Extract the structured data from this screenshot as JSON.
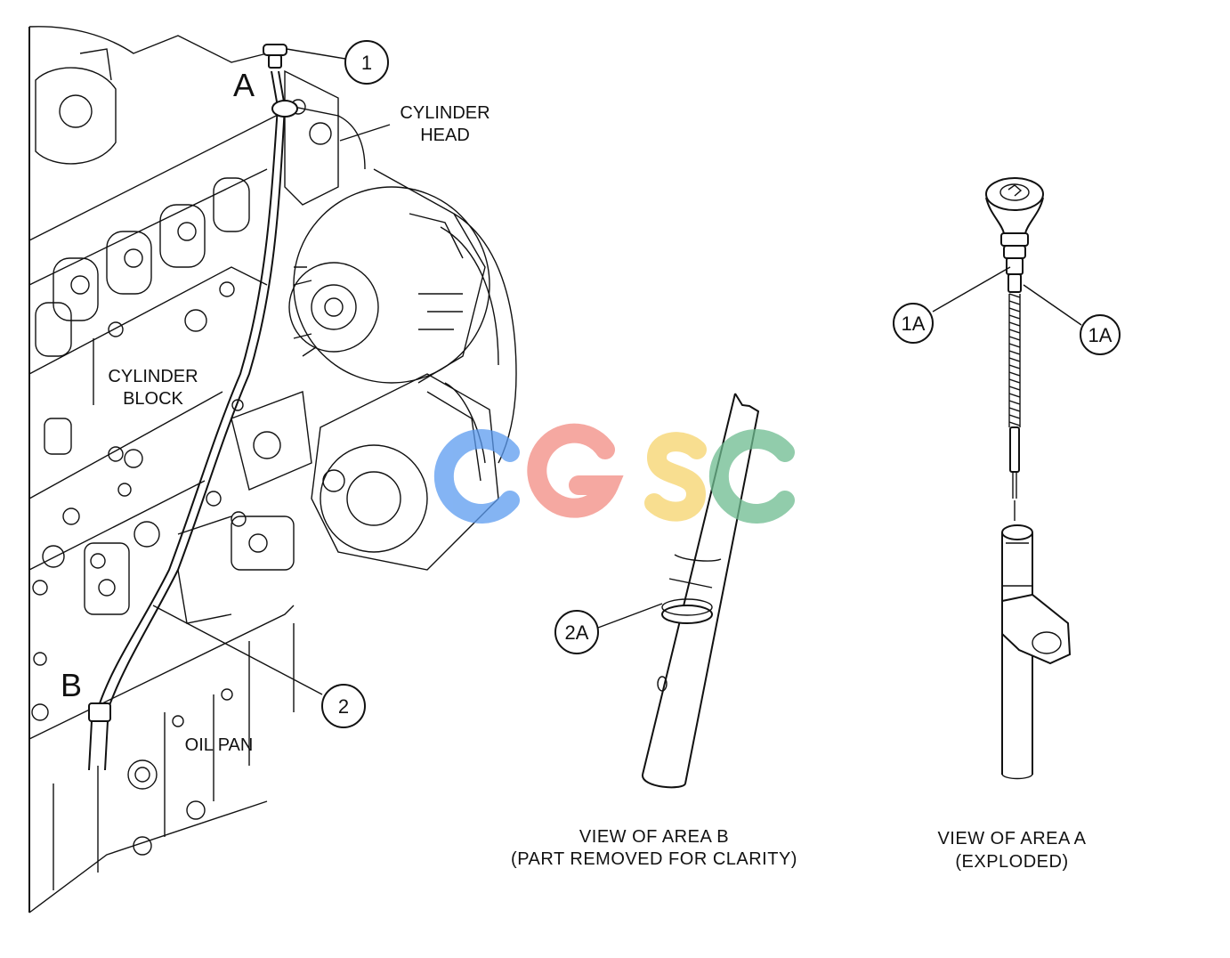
{
  "labels": {
    "cylinder_head": [
      "CYLINDER",
      "HEAD"
    ],
    "cylinder_block": [
      "CYLINDER",
      "BLOCK"
    ],
    "oil_pan": "OIL PAN",
    "area_a": "A",
    "area_b": "B"
  },
  "callouts": {
    "c1": "1",
    "c2": "2",
    "c2a": "2A",
    "c1a_left": "1A",
    "c1a_right": "1A"
  },
  "captions": {
    "view_b": [
      "VIEW OF AREA B",
      "(PART REMOVED FOR CLARITY)"
    ],
    "view_a": [
      "VIEW OF AREA  A",
      "(EXPLODED)"
    ]
  },
  "watermark": {
    "text": "CGSC",
    "colors": [
      "#5b9bf0",
      "#f28b82",
      "#f6d36b",
      "#6dbb8f"
    ]
  }
}
